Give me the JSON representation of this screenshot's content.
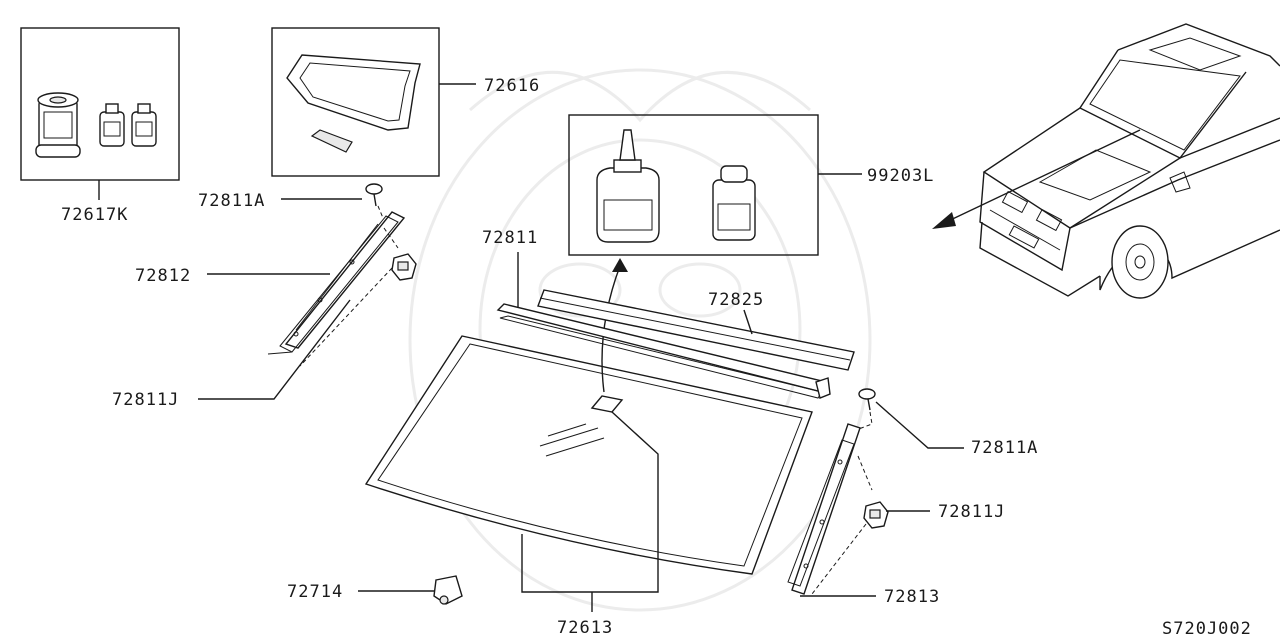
{
  "diagram": {
    "code": "S720J002",
    "colors": {
      "ink": "#1a1a1a",
      "watermark": "#ececec",
      "background": "#ffffff"
    },
    "parts": {
      "p72617K": "72617K",
      "p72616": "72616",
      "p72811A_left": "72811A",
      "p72811A_right": "72811A",
      "p72812": "72812",
      "p72811J_left": "72811J",
      "p72811J_right": "72811J",
      "p72811": "72811",
      "p72825": "72825",
      "p99203L": "99203L",
      "p72714": "72714",
      "p72613": "72613",
      "p72813": "72813"
    }
  }
}
